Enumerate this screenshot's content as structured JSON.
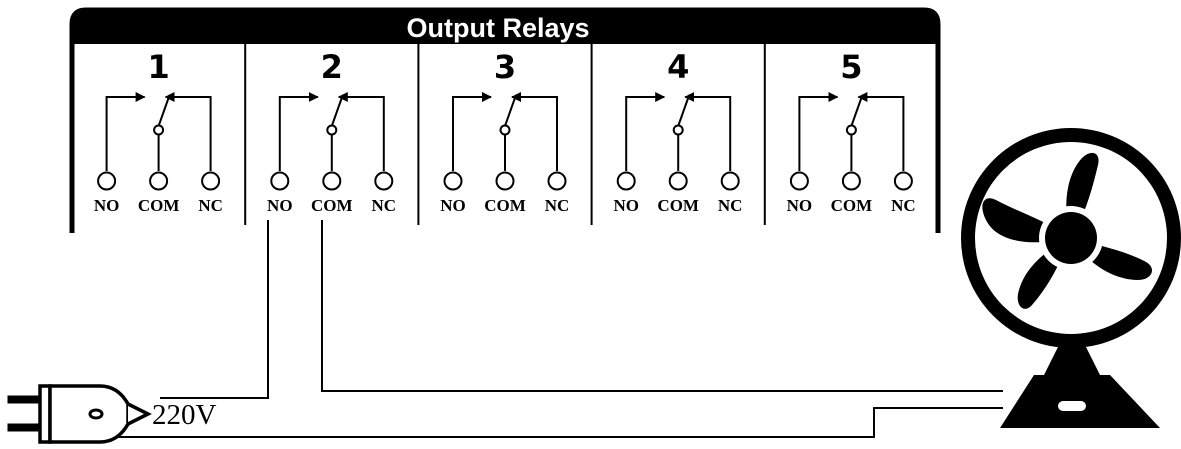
{
  "panel": {
    "title": "Output Relays",
    "relays": [
      {
        "number": "1",
        "terminals": [
          "NO",
          "COM",
          "NC"
        ]
      },
      {
        "number": "2",
        "terminals": [
          "NO",
          "COM",
          "NC"
        ]
      },
      {
        "number": "3",
        "terminals": [
          "NO",
          "COM",
          "NC"
        ]
      },
      {
        "number": "4",
        "terminals": [
          "NO",
          "COM",
          "NC"
        ]
      },
      {
        "number": "5",
        "terminals": [
          "NO",
          "COM",
          "NC"
        ]
      }
    ]
  },
  "power": {
    "voltage_label": "220V",
    "plug_icon": "plug-icon"
  },
  "load": {
    "device_icon": "fan-icon"
  }
}
